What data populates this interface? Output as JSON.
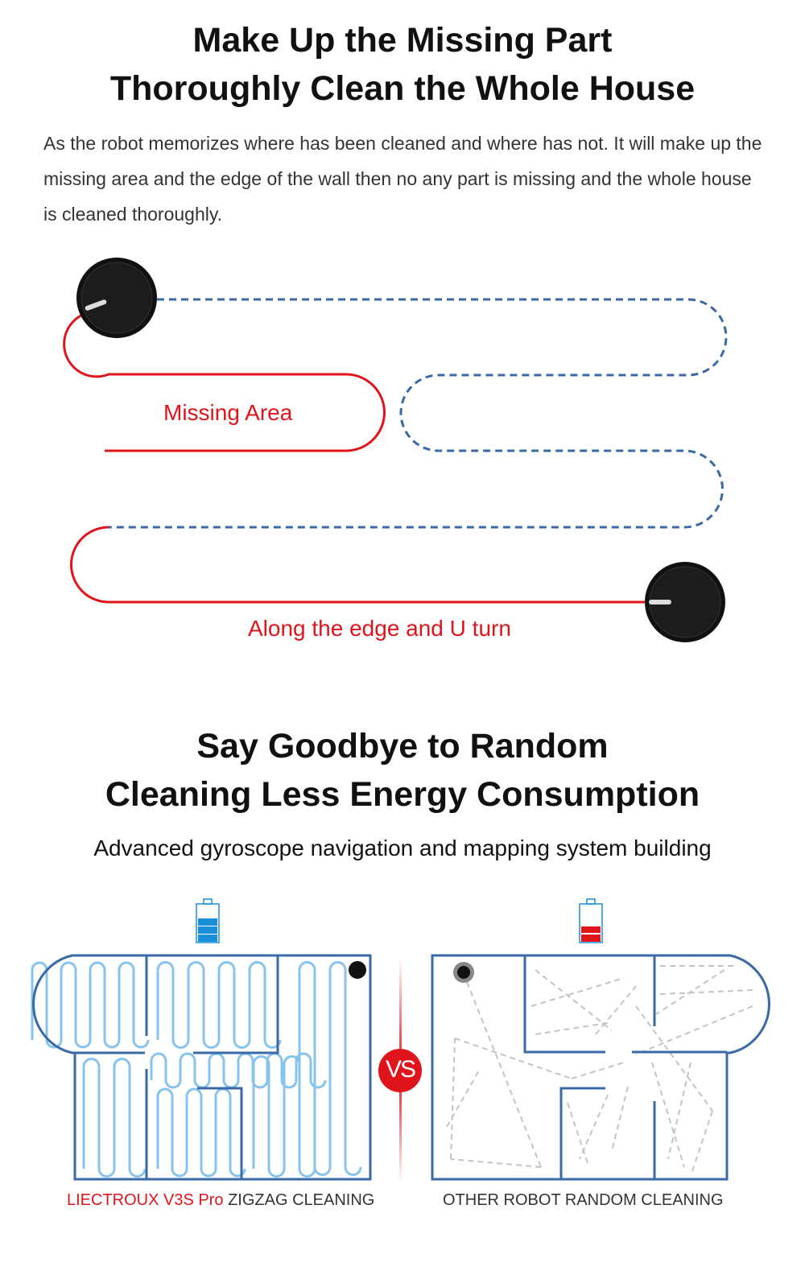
{
  "section1": {
    "title_line1": "Make Up the Missing Part",
    "title_line2": "Thoroughly Clean the Whole House",
    "description": "As the robot memorizes where has been cleaned and where has not. It will make up the missing area and the edge of the wall then no any part is missing and the whole house is cleaned thoroughly.",
    "label_missing": "Missing Area",
    "label_edge": "Along the edge and U turn"
  },
  "section2": {
    "title_line1": "Say Goodbye to Random",
    "title_line2": "Cleaning Less Energy Consumption",
    "subtitle": "Advanced gyroscope navigation and mapping system building",
    "vs_label": "VS",
    "left_caption_brand": "LIECTROUX V3S Pro",
    "left_caption_rest": " ZIGZAG CLEANING",
    "right_caption": "OTHER ROBOT RANDOM CLEANING",
    "left_battery_level": 0.75,
    "right_battery_level": 0.5
  },
  "colors": {
    "red": "#e0141b",
    "blue": "#3a6aa6",
    "path_blue": "#86c3ef",
    "battery_blue": "#1a8ed8",
    "gray": "#c4c4c4"
  }
}
